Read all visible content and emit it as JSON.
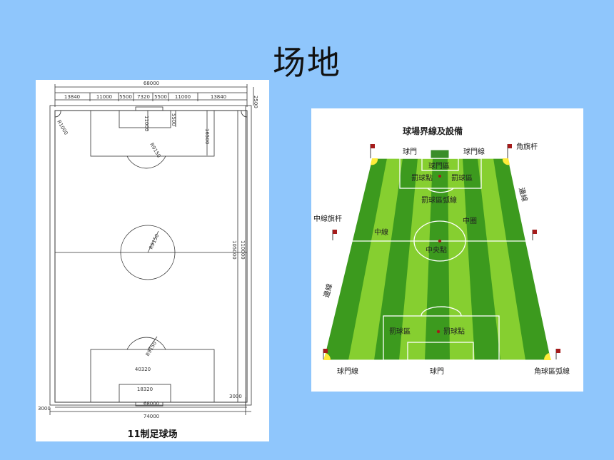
{
  "slide": {
    "title": "场地"
  },
  "left_diagram": {
    "caption": "11制足球场",
    "dims": {
      "top_total": "68000",
      "top_segments": [
        "13840",
        "11000",
        "5500",
        "7320",
        "5500",
        "11000",
        "13840"
      ],
      "top_right_margin": "2500",
      "goal_area_depth": "5500",
      "penalty_spot": "11000",
      "penalty_depth": "16500",
      "corner_radius": "R1000",
      "penalty_arc": "R9150",
      "center_radius": "R9150",
      "length_inner": "105000",
      "length_outer": "110000",
      "bottom_arc": "R9150",
      "penalty_width": "40320",
      "goal_width": "18320",
      "bottom_total": "68000",
      "bottom_right_margin": "3000",
      "left_margin": "3000",
      "overall_width": "74000"
    }
  },
  "right_diagram": {
    "title": "球場界線及設備",
    "labels": {
      "goal_top": "球門",
      "goal_line_top": "球門線",
      "corner_flag": "角旗杆",
      "goal_area": "球門區",
      "penalty_spot_top": "罰球點",
      "penalty_area_top": "罰球區",
      "penalty_arc": "罰球區弧線",
      "halfway_flag": "中線旗杆",
      "halfway_line": "中線",
      "center_circle": "中圈",
      "center_spot": "中央點",
      "touchline_right": "邊線",
      "touchline_left": "邊線",
      "penalty_area_bottom": "罰球區",
      "penalty_spot_bottom": "罰球點",
      "goal_line_bottom": "球門線",
      "goal_bottom": "球門",
      "corner_arc": "角球區弧線"
    },
    "colors": {
      "grass_dark": "#3c9a1e",
      "grass_light": "#86cf30",
      "flag": "#a51b1b"
    }
  }
}
